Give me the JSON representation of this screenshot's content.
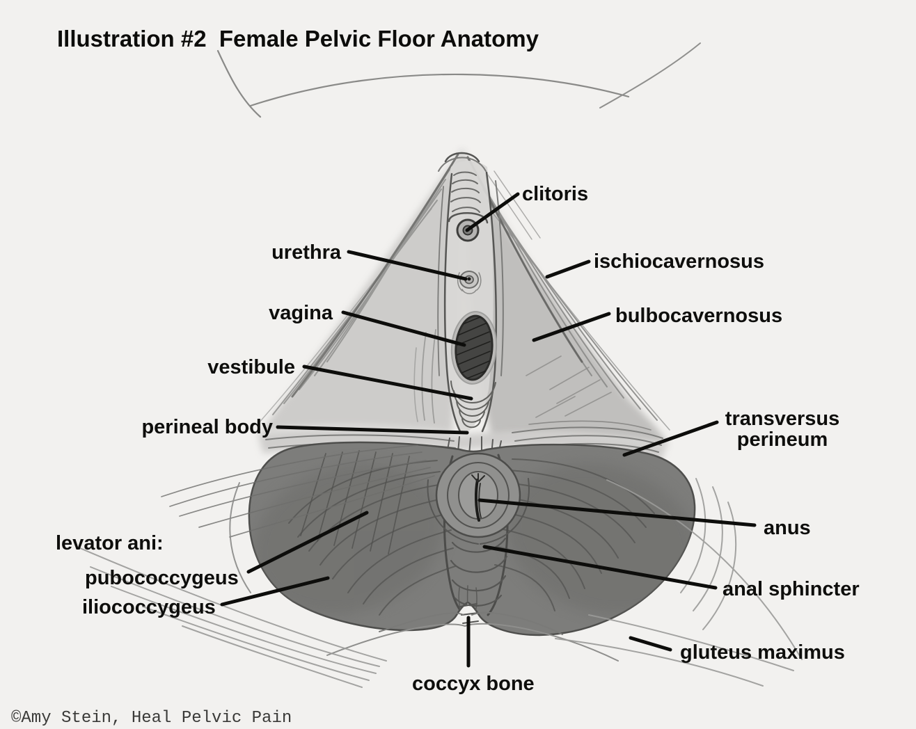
{
  "title": "Illustration #2  Female Pelvic Floor Anatomy",
  "copyright": "©Amy Stein, Heal Pelvic Pain",
  "labels": {
    "clitoris": "clitoris",
    "urethra": "urethra",
    "vagina": "vagina",
    "vestibule": "vestibule",
    "perineal_body": "perineal body",
    "ischiocavernosus": "ischiocavernosus",
    "bulbocavernosus": "bulbocavernosus",
    "transversus_line1": "transversus",
    "transversus_line2": "perineum",
    "anus": "anus",
    "anal_sphincter": "anal sphincter",
    "gluteus_maximus": "gluteus maximus",
    "levator_ani": "levator ani:",
    "pubococcygeus": "pubococcygeus",
    "iliococcygeus": "iliococcygeus",
    "coccyx_bone": "coccyx bone"
  },
  "colors": {
    "paper": "#f2f1ef",
    "ink": "#0d0d0b",
    "pencil_light": "#9a9a98",
    "pencil_mid": "#6e6e6c",
    "muscle_dark": "#7d7d7b"
  }
}
